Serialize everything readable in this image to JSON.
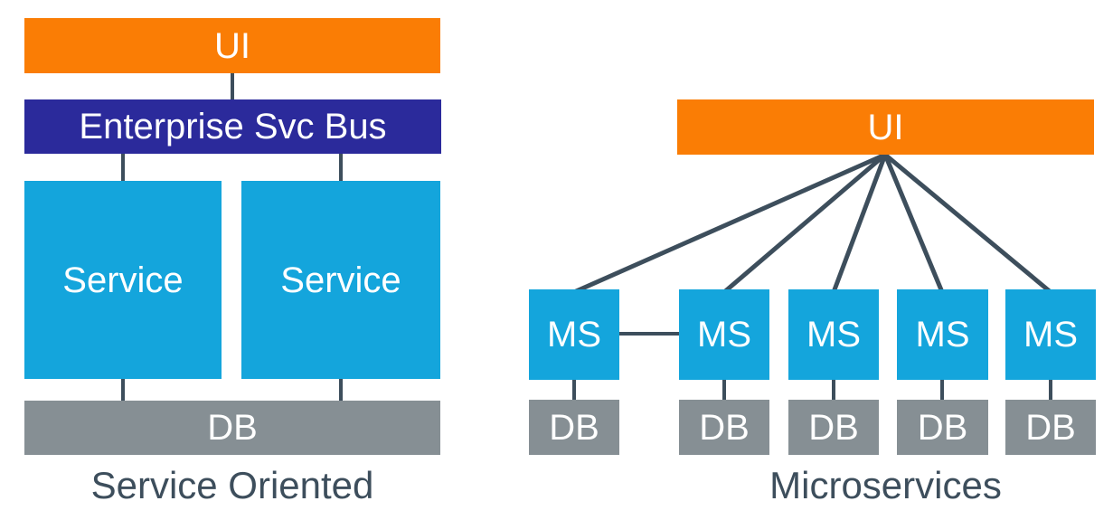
{
  "colors": {
    "orange": "#FA7D05",
    "indigo": "#2B2A9B",
    "cyan": "#14A5DC",
    "gray": "#868F94",
    "slate": "#3D4E5C",
    "text_on_fill": "#FFFFFF"
  },
  "soa": {
    "ui_label": "UI",
    "esb_label": "Enterprise Svc Bus",
    "service_label": "Service",
    "db_label": "DB",
    "caption": "Service Oriented"
  },
  "microservices": {
    "ui_label": "UI",
    "ms_label": "MS",
    "db_label": "DB",
    "caption": "Microservices"
  }
}
